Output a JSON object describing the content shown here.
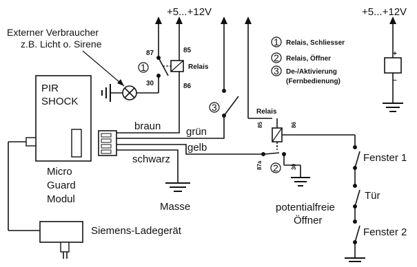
{
  "supply_top_left": "+5...+12V",
  "supply_top_right": "+5...+12V",
  "external_load": [
    "Externer Verbraucher",
    "z.B. Licht o. Sirene"
  ],
  "relay_top": {
    "label": "Relais",
    "pin87": "87",
    "pin30": "30",
    "pin85": "85",
    "pin86": "86"
  },
  "relay_mid": {
    "label": "Relais",
    "pin85": "85",
    "pin86": "86",
    "pin87a": "87a",
    "pin30": "30"
  },
  "legend": [
    {
      "num": "1",
      "text": "Relais, Schliesser"
    },
    {
      "num": "2",
      "text": "Relais, Öffner"
    },
    {
      "num": "3",
      "text": "De-/Aktivierung"
    },
    {
      "num": "",
      "text": "(Fernbedienung)"
    }
  ],
  "module": {
    "line1": "PIR",
    "line2": "SHOCK",
    "caption": [
      "Micro",
      "Guard",
      "Modul"
    ]
  },
  "wires": {
    "brown": "braun",
    "green": "grün",
    "yellow": "gelb",
    "black": "schwarz"
  },
  "ground_label": "Masse",
  "charger_label": "Siemens-Ladegerät",
  "switches": {
    "window1": "Fenster 1",
    "door": "Tür",
    "window2": "Fenster 2"
  },
  "floating_contacts": [
    "potentialfreie",
    "Öffner"
  ],
  "battery": {
    "plus": "+",
    "minus": "–"
  },
  "markers": {
    "m1": "1",
    "m2": "2",
    "m3": "3"
  }
}
